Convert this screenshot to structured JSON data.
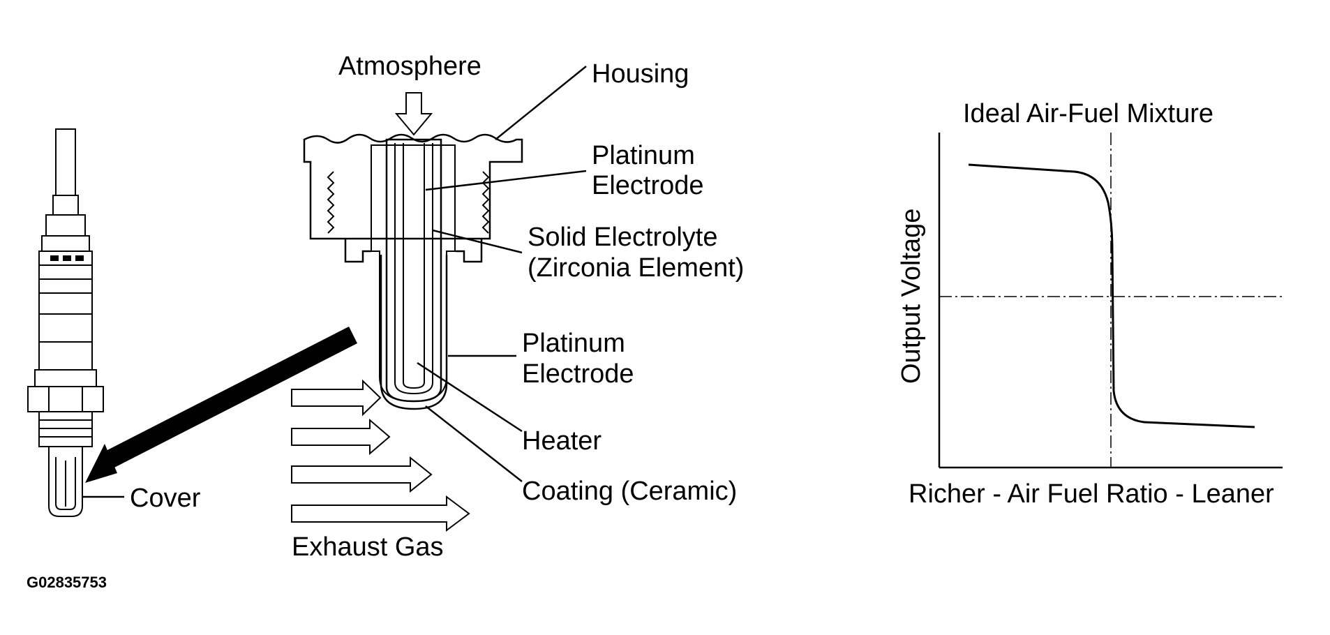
{
  "sensor": {
    "cover_label": "Cover"
  },
  "cross_section": {
    "atmosphere": "Atmosphere",
    "housing": "Housing",
    "platinum_electrode_top": [
      "Platinum",
      "Electrode"
    ],
    "solid_electrolyte": [
      "Solid Electrolyte",
      "(Zirconia Element)"
    ],
    "platinum_electrode_bottom": [
      "Platinum",
      "Electrode"
    ],
    "heater": "Heater",
    "coating": "Coating (Ceramic)",
    "exhaust_gas": "Exhaust Gas"
  },
  "graph": {
    "title": "Ideal Air-Fuel Mixture",
    "ylabel": "Output Voltage",
    "xlabel": "Richer - Air Fuel Ratio - Leaner"
  },
  "figure_code": "G02835753"
}
